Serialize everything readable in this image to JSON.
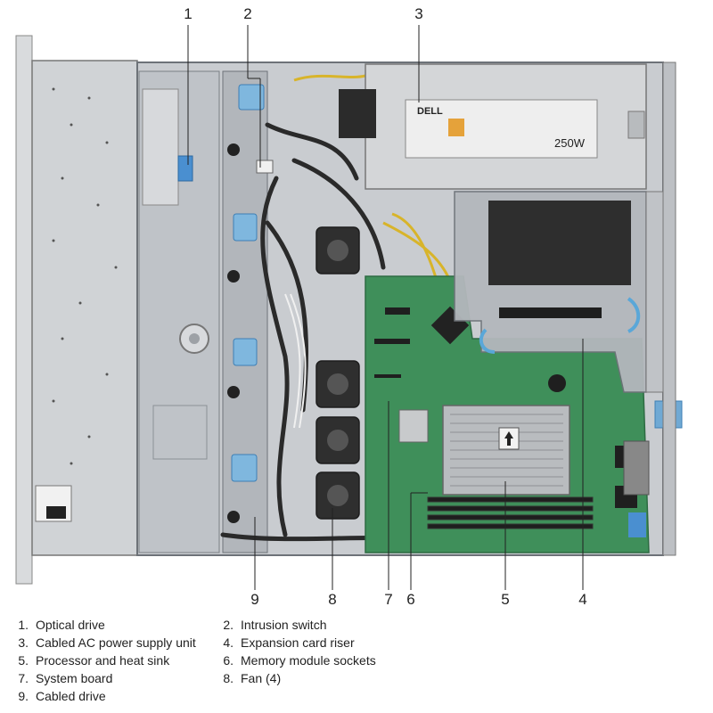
{
  "callouts": [
    "1",
    "2",
    "3",
    "4",
    "5",
    "6",
    "7",
    "8",
    "9"
  ],
  "legend": [
    {
      "num": "1.",
      "label": "Optical drive"
    },
    {
      "num": "2.",
      "label": "Intrusion switch"
    },
    {
      "num": "3.",
      "label": "Cabled AC power supply unit"
    },
    {
      "num": "4.",
      "label": "Expansion card riser"
    },
    {
      "num": "5.",
      "label": "Processor and heat sink"
    },
    {
      "num": "6.",
      "label": "Memory module sockets"
    },
    {
      "num": "7.",
      "label": "System board"
    },
    {
      "num": "8.",
      "label": "Fan (4)"
    },
    {
      "num": "9.",
      "label": "Cabled drive"
    }
  ],
  "psu_brand": "DELL",
  "psu_rating": "250W",
  "colors": {
    "chassis": "#c9ccd0",
    "chassis_dark": "#8a8f96",
    "board_green": "#3f8f5a",
    "board_dark": "#2d6b42",
    "blue_tab": "#5aa7d8",
    "heatsink": "#b9bcbf",
    "riser": "#b3b7bc",
    "psu": "#d4d6d8",
    "cable_dark": "#2a2a2a",
    "cable_yellow": "#d8b42a"
  }
}
